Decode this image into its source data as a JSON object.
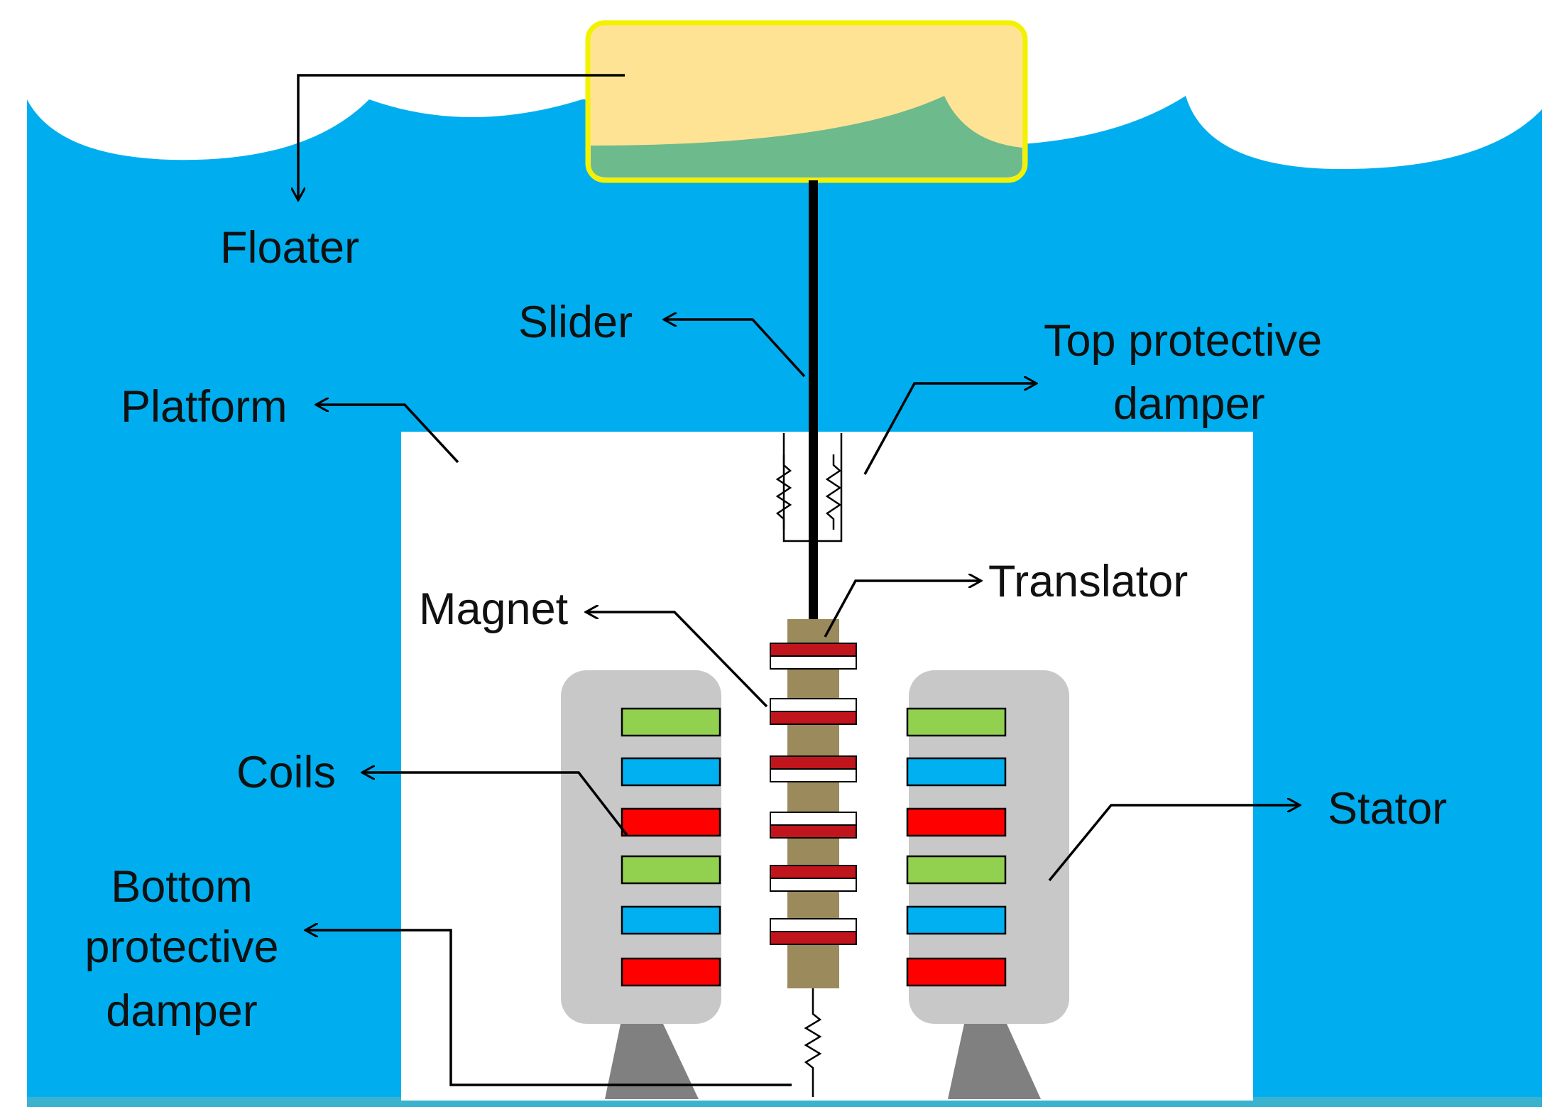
{
  "labels": {
    "floater": "Floater",
    "slider": "Slider",
    "top_damper_line1": "Top protective",
    "top_damper_line2": "damper",
    "platform": "Platform",
    "translator": "Translator",
    "magnet": "Magnet",
    "coils": "Coils",
    "stator": "Stator",
    "bottom_damper_line1": "Bottom",
    "bottom_damper_line2": "protective",
    "bottom_damper_line3": "damper"
  },
  "colors": {
    "sea": "#00AEEF",
    "sea_floor": "#3BB3CF",
    "wave": "#FFFFFF",
    "floater_fill": "#FFE394",
    "floater_border": "#F2F200",
    "floater_water": "#6DBA8C",
    "platform": "#FFFFFF",
    "stator": "#C8C8C8",
    "stator_base": "#808080",
    "translator": "#9B8B5C",
    "magnet_red": "#C0151C",
    "magnet_white": "#FFFFFF",
    "coil_green": "#92D050",
    "coil_blue": "#00B0F0",
    "coil_red": "#FF0000",
    "line": "#000000"
  }
}
